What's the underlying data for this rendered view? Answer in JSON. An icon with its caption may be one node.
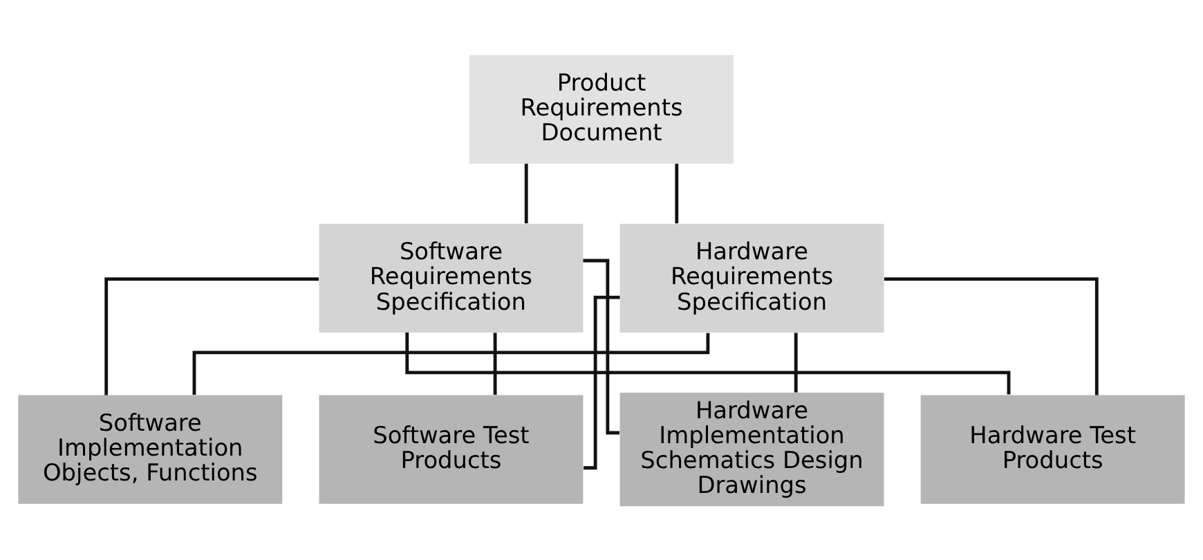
{
  "diagram": {
    "nodes": [
      {
        "text": [
          "Product Requirements Document"
        ]
      },
      {
        "text": [
          "Software Requirements Specification"
        ]
      },
      {
        "text": [
          "Hardware Requirements Specification"
        ]
      },
      {
        "text": [
          "Software Implementation Objects, Functions"
        ]
      },
      {
        "text": [
          "Software Test Products"
        ]
      },
      {
        "text": [
          "Hardware Implementation Schematics Design Drawings"
        ]
      },
      {
        "text": [
          "Hardware Test Products"
        ]
      }
    ],
    "edges": [
      {
        "from": 0,
        "to": 1,
        "arrow": "none"
      },
      {
        "from": 0,
        "to": 2,
        "arrow": "none"
      },
      {
        "from": 1,
        "to": 3,
        "arrow": "none"
      },
      {
        "from": 1,
        "to": 4,
        "arrow": "none"
      },
      {
        "from": 1,
        "to": 5,
        "arrow": "none"
      },
      {
        "from": 1,
        "to": 6,
        "arrow": "none"
      },
      {
        "from": 2,
        "to": 3,
        "arrow": "none"
      },
      {
        "from": 2,
        "to": 4,
        "arrow": "none"
      },
      {
        "from": 2,
        "to": 5,
        "arrow": "none"
      },
      {
        "from": 2,
        "to": 6,
        "arrow": "none"
      }
    ]
  }
}
